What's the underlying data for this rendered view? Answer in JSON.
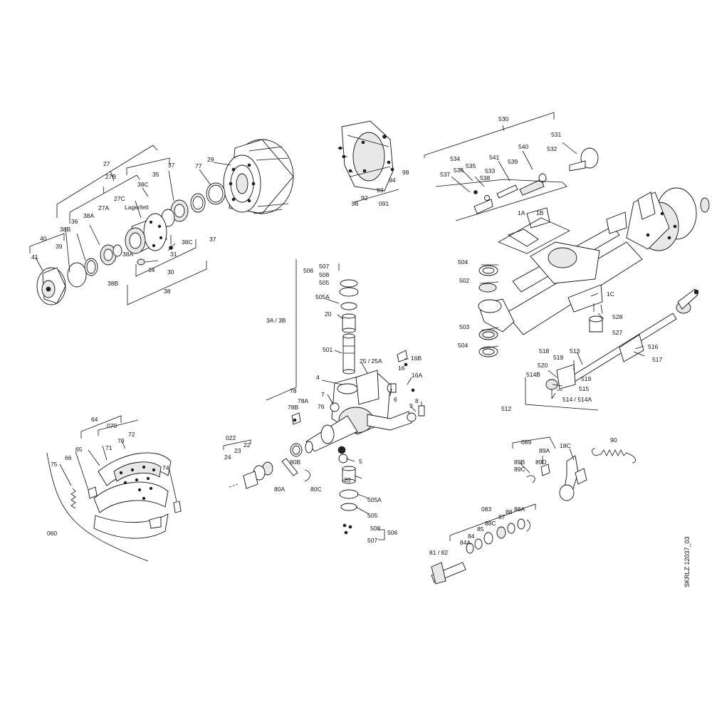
{
  "drawing_id": "SKRLZ 12037_03",
  "labels": [
    {
      "t": "27"
    },
    {
      "t": "27B"
    },
    {
      "t": "27C"
    },
    {
      "t": "Lagerfett"
    },
    {
      "t": "27A"
    },
    {
      "t": "38C"
    },
    {
      "t": "35"
    },
    {
      "t": "37"
    },
    {
      "t": "77"
    },
    {
      "t": "29"
    },
    {
      "t": "38A"
    },
    {
      "t": "36"
    },
    {
      "t": "38B"
    },
    {
      "t": "40"
    },
    {
      "t": "39"
    },
    {
      "t": "41"
    },
    {
      "t": "38C"
    },
    {
      "t": "37"
    },
    {
      "t": "31"
    },
    {
      "t": "38A"
    },
    {
      "t": "34"
    },
    {
      "t": "30"
    },
    {
      "t": "38B"
    },
    {
      "t": "38"
    },
    {
      "t": "96"
    },
    {
      "t": "92"
    },
    {
      "t": "93"
    },
    {
      "t": "091"
    },
    {
      "t": "94"
    },
    {
      "t": "98"
    },
    {
      "t": "530"
    },
    {
      "t": "531"
    },
    {
      "t": "532"
    },
    {
      "t": "540"
    },
    {
      "t": "541"
    },
    {
      "t": "539"
    },
    {
      "t": "533"
    },
    {
      "t": "534"
    },
    {
      "t": "536"
    },
    {
      "t": "535"
    },
    {
      "t": "537"
    },
    {
      "t": "538"
    },
    {
      "t": "1A"
    },
    {
      "t": "1B"
    },
    {
      "t": "504"
    },
    {
      "t": "502"
    },
    {
      "t": "1C"
    },
    {
      "t": "528"
    },
    {
      "t": "503"
    },
    {
      "t": "527"
    },
    {
      "t": "504"
    },
    {
      "t": "518"
    },
    {
      "t": "519"
    },
    {
      "t": "513"
    },
    {
      "t": "516"
    },
    {
      "t": "520"
    },
    {
      "t": "517"
    },
    {
      "t": "514B"
    },
    {
      "t": "519"
    },
    {
      "t": "515"
    },
    {
      "t": "514 / 514A"
    },
    {
      "t": "512"
    },
    {
      "t": "506"
    },
    {
      "t": "507"
    },
    {
      "t": "508"
    },
    {
      "t": "505"
    },
    {
      "t": "505A"
    },
    {
      "t": "20"
    },
    {
      "t": "3A / 3B"
    },
    {
      "t": "501"
    },
    {
      "t": "25 / 25A"
    },
    {
      "t": "16B"
    },
    {
      "t": "16"
    },
    {
      "t": "16A"
    },
    {
      "t": "4"
    },
    {
      "t": "7"
    },
    {
      "t": "6"
    },
    {
      "t": "8"
    },
    {
      "t": "9"
    },
    {
      "t": "78"
    },
    {
      "t": "78A"
    },
    {
      "t": "78B"
    },
    {
      "t": "76"
    },
    {
      "t": "022"
    },
    {
      "t": "22"
    },
    {
      "t": "23"
    },
    {
      "t": "24"
    },
    {
      "t": "80B"
    },
    {
      "t": "5"
    },
    {
      "t": "80A"
    },
    {
      "t": "80C"
    },
    {
      "t": "20"
    },
    {
      "t": "505A"
    },
    {
      "t": "505"
    },
    {
      "t": "508"
    },
    {
      "t": "506"
    },
    {
      "t": "507"
    },
    {
      "t": "64"
    },
    {
      "t": "070"
    },
    {
      "t": "72"
    },
    {
      "t": "73"
    },
    {
      "t": "71"
    },
    {
      "t": "65"
    },
    {
      "t": "66"
    },
    {
      "t": "75"
    },
    {
      "t": "74"
    },
    {
      "t": "060"
    },
    {
      "t": "089"
    },
    {
      "t": "18C"
    },
    {
      "t": "90"
    },
    {
      "t": "89A"
    },
    {
      "t": "89B"
    },
    {
      "t": "89C"
    },
    {
      "t": "89D"
    },
    {
      "t": "083"
    },
    {
      "t": "88A"
    },
    {
      "t": "88"
    },
    {
      "t": "87"
    },
    {
      "t": "88C"
    },
    {
      "t": "85"
    },
    {
      "t": "84"
    },
    {
      "t": "84A"
    },
    {
      "t": "81 / 82"
    }
  ]
}
